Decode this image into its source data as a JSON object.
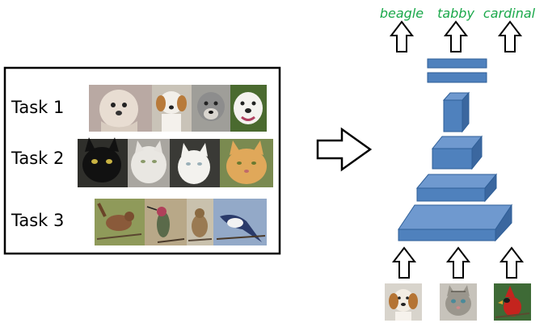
{
  "tasks": [
    {
      "label": "Task 1",
      "images": [
        "shih-tzu-dog",
        "beagle-dog",
        "pit-bull-dog",
        "bulldog-dog"
      ]
    },
    {
      "label": "Task 2",
      "images": [
        "black-cat",
        "white-persian-cat",
        "white-cat",
        "orange-tabby-cat"
      ]
    },
    {
      "label": "Task 3",
      "images": [
        "wren-bird",
        "hummingbird",
        "sparrow-bird",
        "swallow-bird"
      ]
    }
  ],
  "output_labels": [
    "beagle",
    "tabby",
    "cardinal"
  ],
  "input_images": [
    "beagle-dog",
    "tabby-cat",
    "cardinal-bird"
  ],
  "colors": {
    "label_green": "#1aa84a",
    "block_fill": "#4f81bd",
    "block_top": "#6f99cf",
    "block_side": "#3b679f",
    "block_stroke": "#2f5f98"
  }
}
